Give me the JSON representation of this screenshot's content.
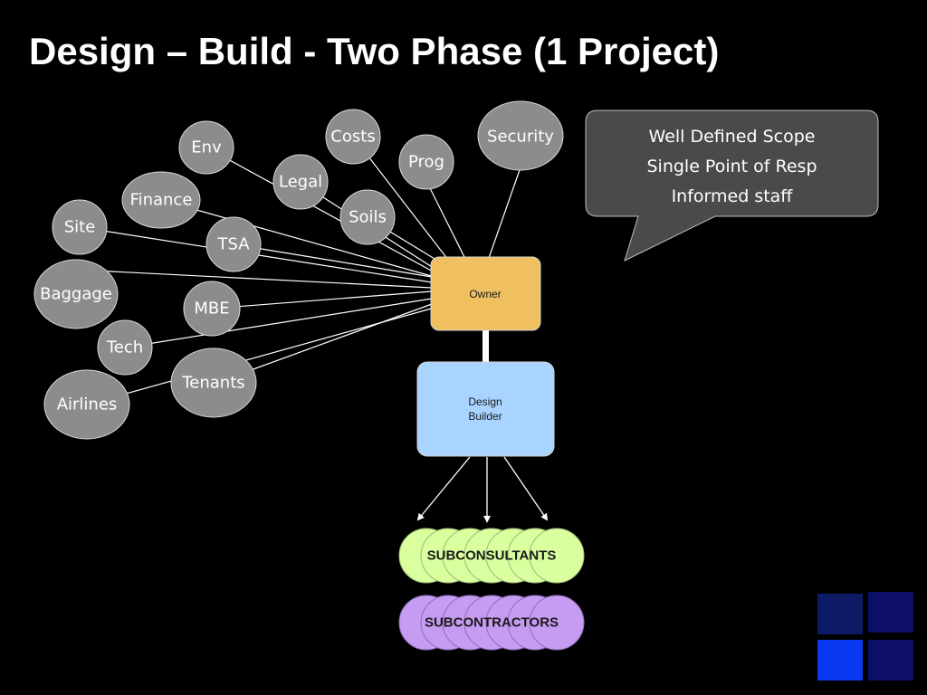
{
  "title": "Design – Build - Two Phase (1 Project)",
  "callout": {
    "lines": [
      "Well Defined Scope",
      "Single Point of Resp",
      "Informed staff"
    ]
  },
  "hub": {
    "owner_label": "Owner",
    "design_builder_label": [
      "Design",
      "Builder"
    ]
  },
  "stakeholders": [
    "Env",
    "Costs",
    "Security",
    "Prog",
    "Legal",
    "Finance",
    "Soils",
    "Site",
    "TSA",
    "Baggage",
    "MBE",
    "Tech",
    "Tenants",
    "Airlines"
  ],
  "subconsultants_label": "SUBCONSULTANTS",
  "subcontractors_label": "SUBCONTRACTORS",
  "colors": {
    "background": "#000000",
    "stakeholder_fill": "#8c8c8c",
    "owner_fill": "#f0c060",
    "design_builder_fill": "#a8d4ff",
    "subconsultants_fill": "#d9ff9e",
    "subcontractors_fill": "#c69cf2",
    "callout_fill": "#4a4a4a",
    "logo_dark": "#0d1a66",
    "logo_bright": "#0a3af0"
  }
}
